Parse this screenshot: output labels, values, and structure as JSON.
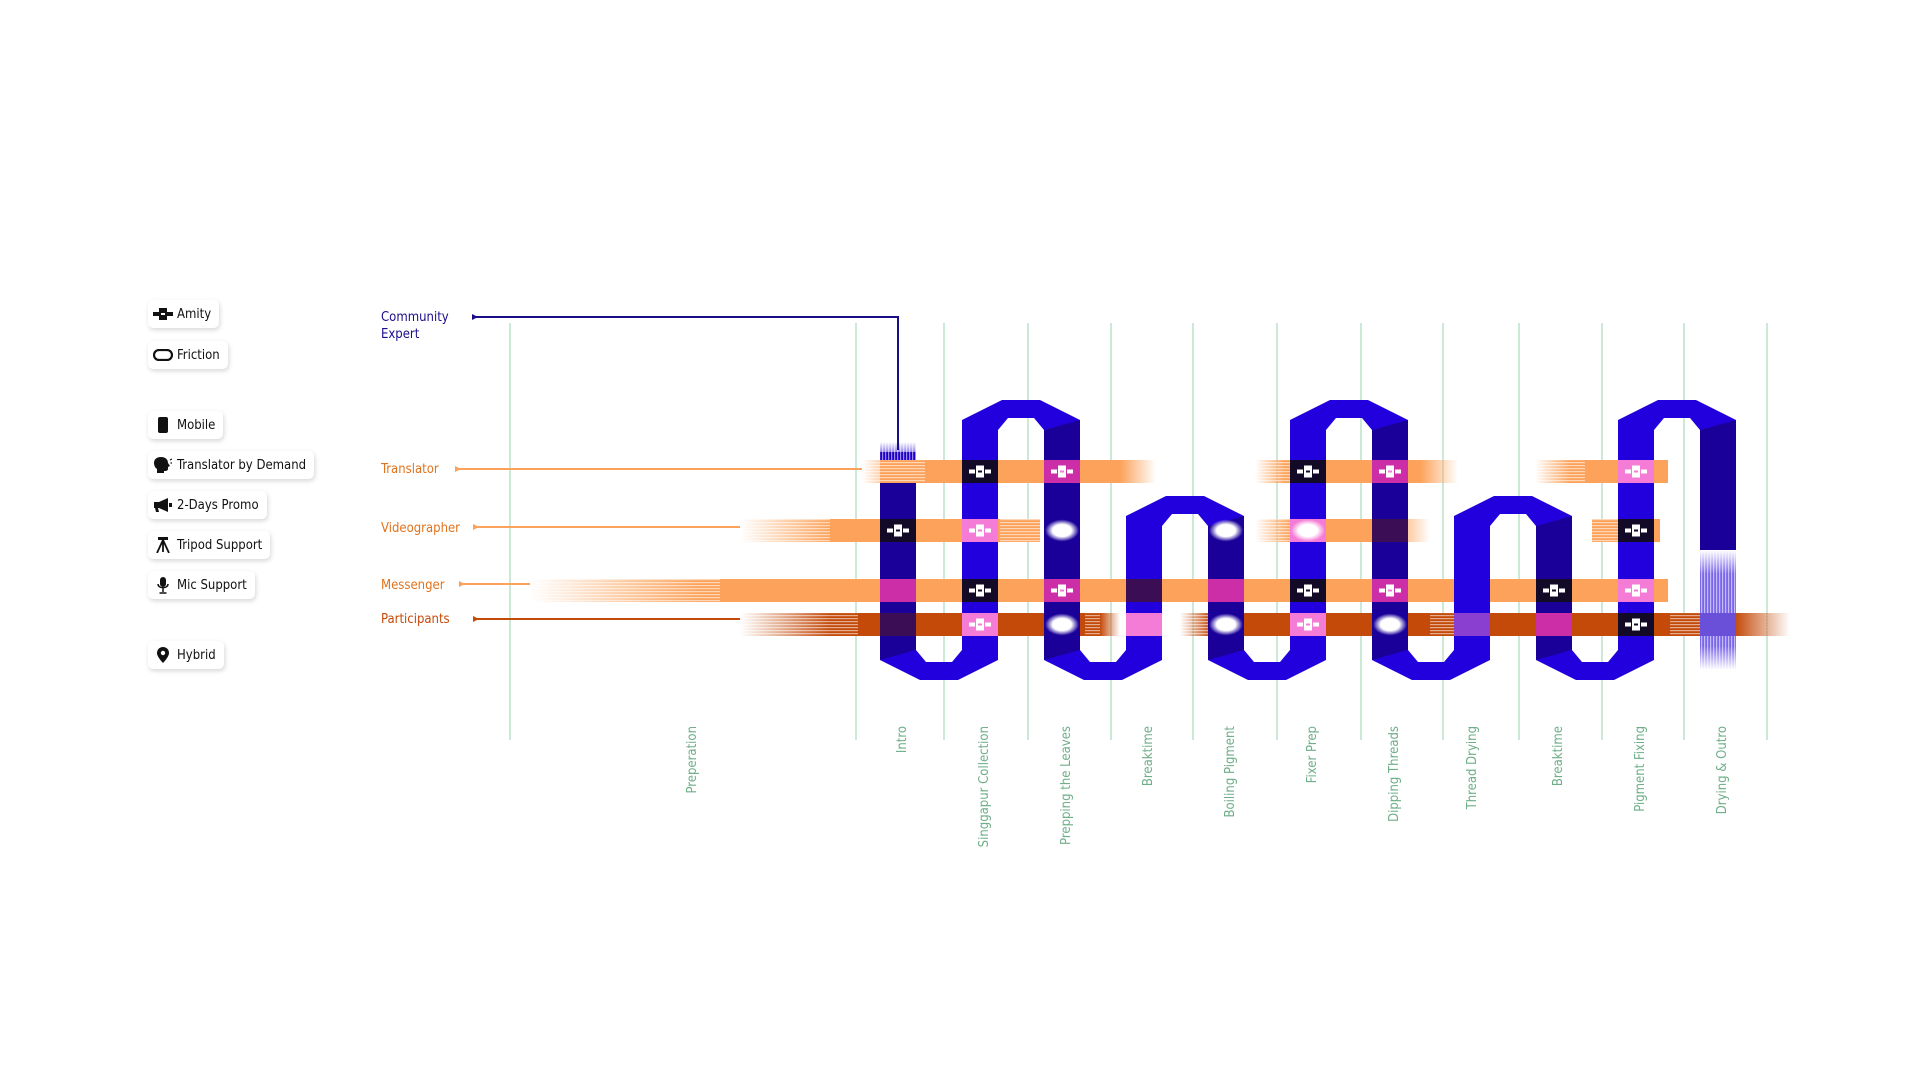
{
  "legend": {
    "amity": "Amity",
    "friction": "Friction",
    "mobile": "Mobile",
    "translator": "Translator by Demand",
    "promo": "2-Days Promo",
    "tripod": "Tripod Support",
    "mic": "Mic Support",
    "hybrid": "Hybrid"
  },
  "roles": {
    "community": [
      "Community",
      "Expert"
    ],
    "translator": "Translator",
    "videographer": "Videographer",
    "messenger": "Messenger",
    "participants": "Participants"
  },
  "phases": [
    "Preperation",
    "Intro",
    "Singgapur Collection",
    "Prepping the Leaves",
    "Breaktime",
    "Boiling Pigment",
    "Fixer Prep",
    "Dipping Threads",
    "Thread Drying",
    "Breaktime",
    "Pigment Fixing",
    "Drying & Outro"
  ],
  "colors": {
    "blue": "#2200dd",
    "dark_blue": "#1a0099",
    "navy": "#1a0d8a",
    "orange": "#fca25a",
    "label_orange": "#e0731e",
    "dark_orange": "#c44a0a",
    "magenta": "#cc2ea8",
    "pink": "#f57cd6",
    "black": "#120a26",
    "grid_green": "#cce8d7"
  }
}
